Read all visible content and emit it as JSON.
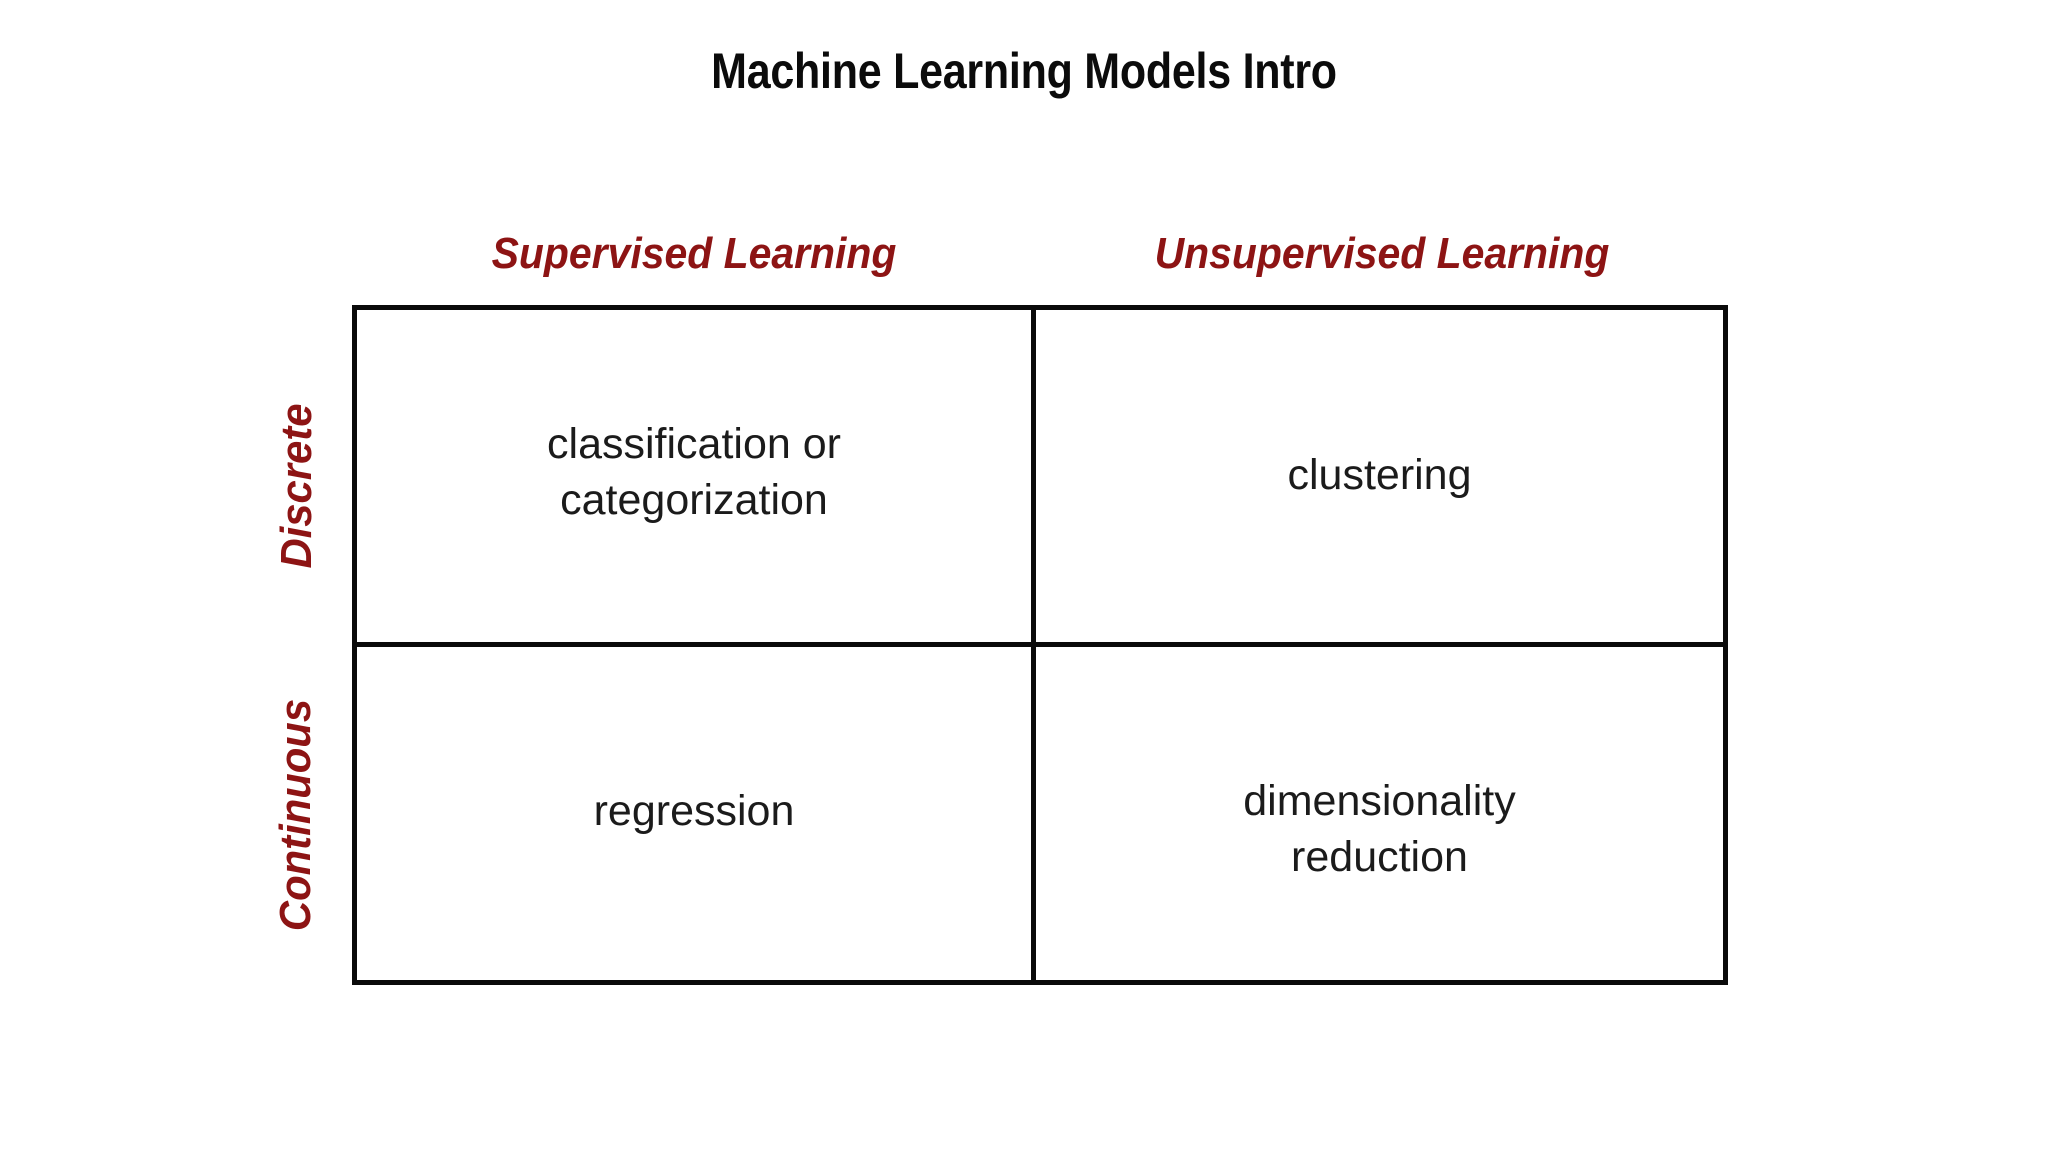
{
  "slide": {
    "title": "Machine Learning Models Intro",
    "background_color": "#ffffff"
  },
  "colors": {
    "accent_red": "#8d1414",
    "border_black": "#0a0a0a",
    "cell_text": "#1b1b1b",
    "title_text": "#0b0b0b"
  },
  "matrix": {
    "column_headers": [
      {
        "key": "supervised",
        "label": "Supervised Learning"
      },
      {
        "key": "unsupervised",
        "label": "Unsupervised Learning"
      }
    ],
    "row_headers": [
      {
        "key": "discrete",
        "label": "Discrete"
      },
      {
        "key": "continuous",
        "label": "Continuous"
      }
    ],
    "cells": [
      {
        "row": "Discrete",
        "column": "Supervised Learning",
        "label": "classification or\ncategorization"
      },
      {
        "row": "Discrete",
        "column": "Unsupervised Learning",
        "label": "clustering"
      },
      {
        "row": "Continuous",
        "column": "Supervised Learning",
        "label": "regression"
      },
      {
        "row": "Continuous",
        "column": "Unsupervised Learning",
        "label": "dimensionality\nreduction"
      }
    ]
  }
}
